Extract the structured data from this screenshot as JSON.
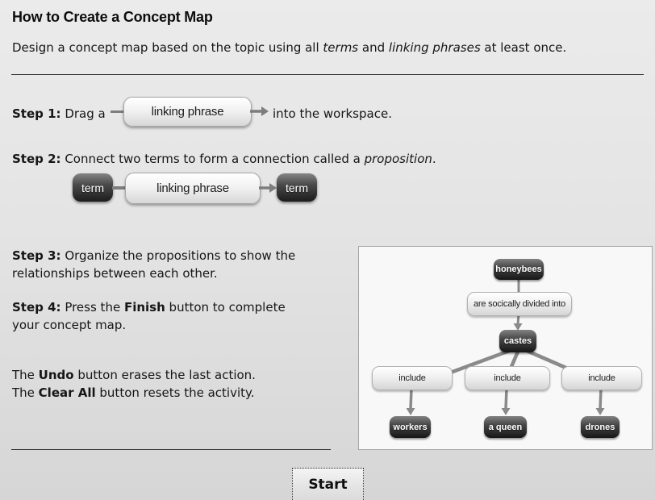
{
  "title": "How to Create a Concept Map",
  "intro": {
    "pre": "Design a concept map based on the topic using all ",
    "italic1": "terms",
    "mid": " and ",
    "italic2": "linking phrases",
    "post": " at least once."
  },
  "step1": {
    "label": "Step 1:",
    "before_pill": "Drag a",
    "pill": "linking phrase",
    "after_pill": "into the workspace."
  },
  "step2": {
    "label": "Step 2:",
    "pre": " Connect two terms to form a connection called a ",
    "italic": "proposition",
    "post": ".",
    "term_left": "term",
    "pill": "linking phrase",
    "term_right": "term"
  },
  "step3": {
    "label": "Step 3:",
    "line1": " Organize the propositions to show the",
    "line2": "relationships between each other."
  },
  "step4": {
    "label": "Step 4:",
    "line1_pre": " Press the ",
    "bold": "Finish",
    "line1_post": " button to complete",
    "line2": "your concept map."
  },
  "notes": {
    "undo_pre": "The ",
    "undo_bold": "Undo",
    "undo_post": " button erases the last action.",
    "clear_pre": "The ",
    "clear_bold": "Clear All",
    "clear_post": " button resets the activity."
  },
  "example_map": {
    "nodes": [
      {
        "id": "honeybees",
        "type": "term",
        "label": "honeybees"
      },
      {
        "id": "are-socially-divided-into",
        "type": "linking",
        "label": "are socically divided into"
      },
      {
        "id": "castes",
        "type": "term",
        "label": "castes"
      },
      {
        "id": "include-left",
        "type": "linking",
        "label": "include"
      },
      {
        "id": "include-middle",
        "type": "linking",
        "label": "include"
      },
      {
        "id": "include-right",
        "type": "linking",
        "label": "include"
      },
      {
        "id": "workers",
        "type": "term",
        "label": "workers"
      },
      {
        "id": "a-queen",
        "type": "term",
        "label": "a queen"
      },
      {
        "id": "drones",
        "type": "term",
        "label": "drones"
      }
    ]
  },
  "start_button": "Start",
  "colors": {
    "connector_gray": "#858585",
    "dark_node_bottom": "#161616",
    "panel_background": "#f8f8f8"
  }
}
